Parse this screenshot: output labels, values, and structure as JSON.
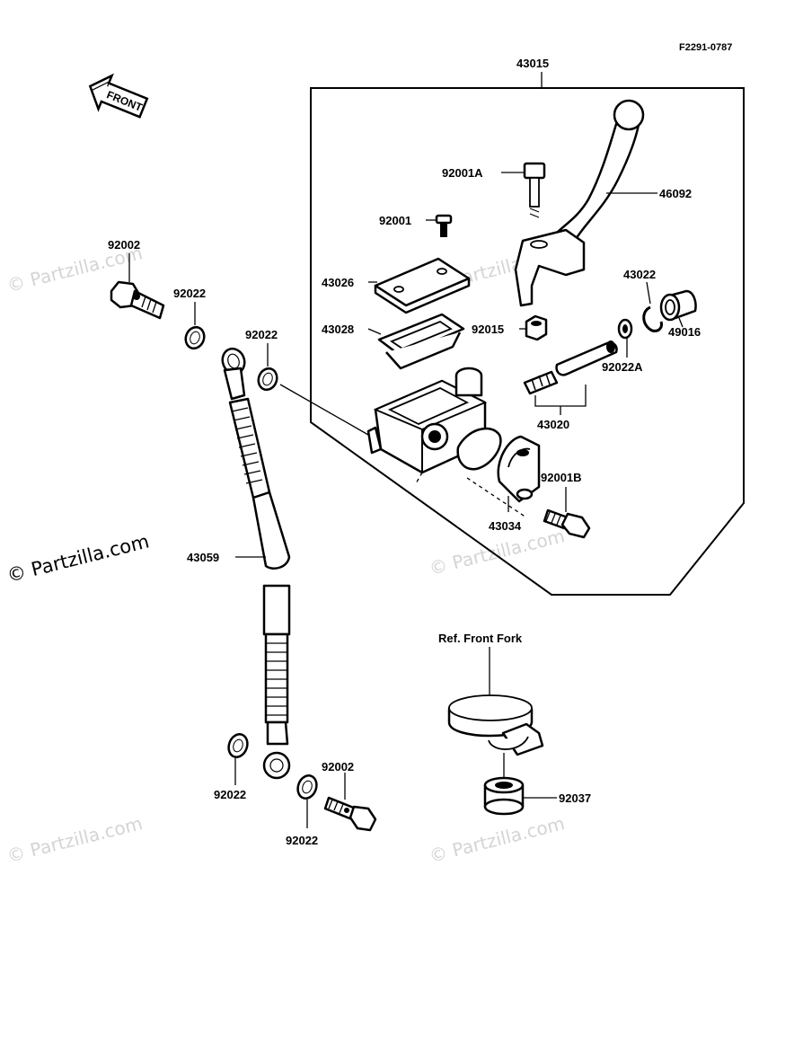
{
  "diagram_code": "F2291-0787",
  "front_arrow_label": "FRONT",
  "watermark_text": "© Partzilla.com",
  "reference_label": "Ref. Front Fork",
  "parts": {
    "p43015": "43015",
    "p92001A": "92001A",
    "p46092": "46092",
    "p92001": "92001",
    "p43026": "43026",
    "p43022": "43022",
    "p49016": "49016",
    "p43028": "43028",
    "p92015": "92015",
    "p92022A": "92022A",
    "p43020": "43020",
    "p92001B": "92001B",
    "p43034": "43034",
    "p92002_top": "92002",
    "p92022_top_left": "92022",
    "p92022_top_mid": "92022",
    "p43059": "43059",
    "p92022_bottom_left": "92022",
    "p92002_bottom": "92002",
    "p92022_bottom_mid": "92022",
    "p92037": "92037"
  }
}
